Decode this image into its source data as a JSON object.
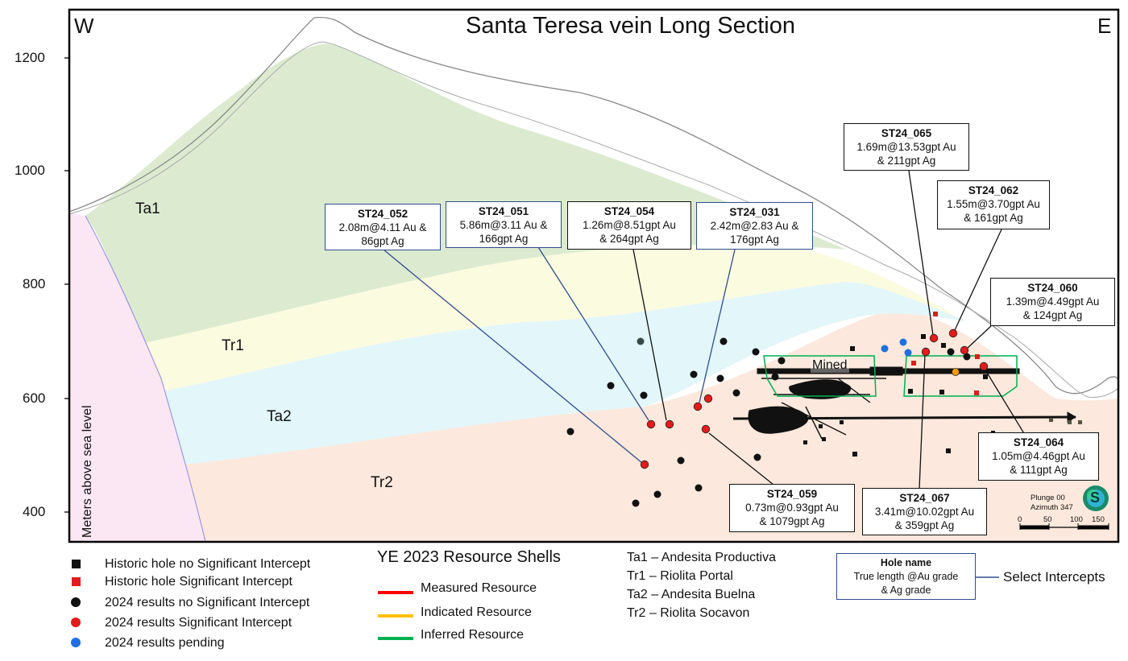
{
  "title": "Santa Teresa vein Long Section",
  "compass": {
    "west": "W",
    "east": "E"
  },
  "axis": {
    "ylabel": "Meters above sea level",
    "ticks": [
      "1200",
      "1000",
      "800",
      "600",
      "400"
    ]
  },
  "units": {
    "ta1": "Ta1",
    "tr1": "Tr1",
    "ta2": "Ta2",
    "tr2": "Tr2"
  },
  "mined_label": "Mined",
  "callouts": {
    "st24_052": {
      "name": "ST24_052",
      "l1": "2.08m@4.11 Au &",
      "l2": "86gpt Ag"
    },
    "st24_051": {
      "name": "ST24_051",
      "l1": "5.86m@3.11 Au &",
      "l2": "166gpt Ag"
    },
    "st24_054": {
      "name": "ST24_054",
      "l1": "1.26m@8.51gpt Au",
      "l2": "& 264gpt Ag"
    },
    "st24_031": {
      "name": "ST24_031",
      "l1": "2.42m@2.83 Au &",
      "l2": "176gpt Ag"
    },
    "st24_065": {
      "name": "ST24_065",
      "l1": "1.69m@13.53gpt Au",
      "l2": "& 211gpt Ag"
    },
    "st24_062": {
      "name": "ST24_062",
      "l1": "1.55m@3.70gpt Au",
      "l2": "& 161gpt Ag"
    },
    "st24_060": {
      "name": "ST24_060",
      "l1": "1.39m@4.49gpt Au",
      "l2": "& 124gpt Ag"
    },
    "st24_064": {
      "name": "ST24_064",
      "l1": "1.05m@4.46gpt Au",
      "l2": "& 111gpt Ag"
    },
    "st24_059": {
      "name": "ST24_059",
      "l1": "0.73m@0.93gpt Au",
      "l2": "& 1079gpt Ag"
    },
    "st24_067": {
      "name": "ST24_067",
      "l1": "3.41m@10.02gpt Au",
      "l2": "& 359gpt Ag"
    }
  },
  "orientation": {
    "plunge": "Plunge 00",
    "azimuth": "Azimuth 347"
  },
  "scale_bar": [
    "0",
    "50",
    "100",
    "150"
  ],
  "logo_text": "S",
  "legend_symbols": [
    "Historic hole no Significant Intercept",
    "Historic hole Significant Intercept",
    "2024 results no Significant Intercept",
    "2024 results Significant Intercept",
    "2024 results pending"
  ],
  "shells": {
    "title": "YE 2023 Resource Shells",
    "measured": "Measured Resource",
    "indicated": "Indicated Resource",
    "inferred": "Inferred Resource"
  },
  "lithology": [
    "Ta1 – Andesita Productiva",
    "Tr1 – Riolita Portal",
    "Ta2 – Andesita Buelna",
    "Tr2 – Riolita Socavon"
  ],
  "key_box": {
    "name": "Hole name",
    "l1": "True length @Au grade",
    "l2": "& Ag grade",
    "label": "Select Intercepts"
  },
  "colors": {
    "ta1": "#dcebd0",
    "tr1": "#fbfbe0",
    "ta2": "#e3f6fa",
    "tr2": "#fce8dc",
    "west": "#fbe6f4",
    "measured": "#ff0000",
    "indicated": "#ffc000",
    "inferred": "#00b050",
    "pending": "#1f6fe0"
  }
}
